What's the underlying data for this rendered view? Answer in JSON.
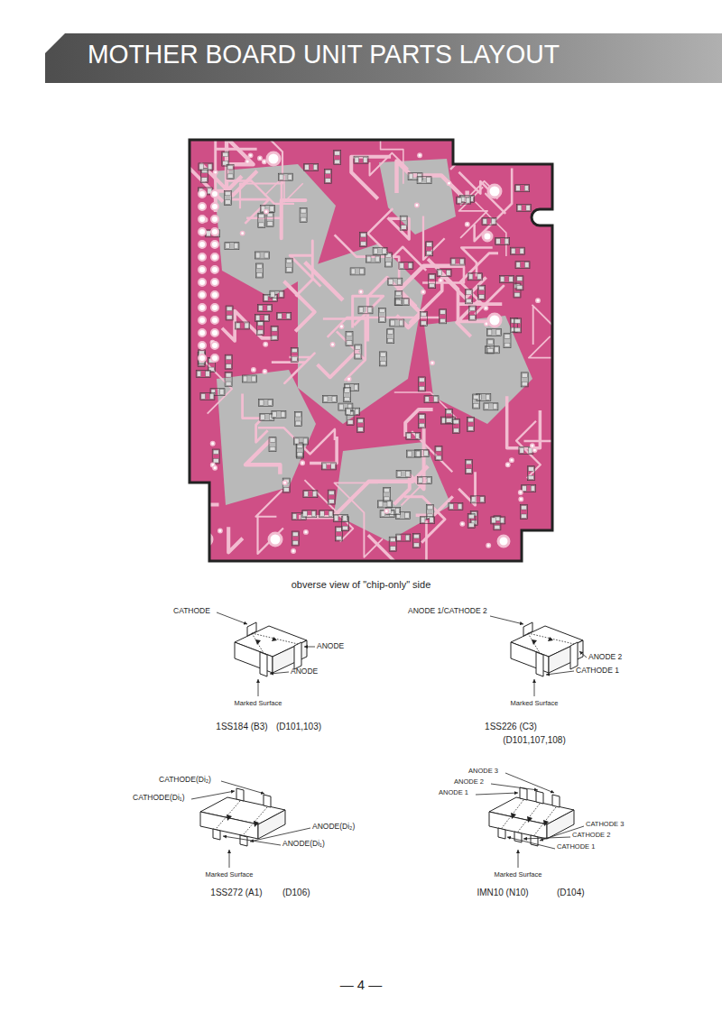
{
  "diagram": {
    "title": "MOTHER BOARD UNIT PARTS LAYOUT",
    "caption": "obverse view of \"chip-only\" side",
    "labels": [
      "CATHODE",
      "ANODE",
      "ANODE",
      "Marked Surface",
      "1SS184 (B3)",
      "(D101,103)",
      "ANODE 1/CATHODE 2",
      "ANODE 2",
      "CATHODE 1",
      "Marked Surface",
      "1SS226 (C3)",
      "(D101,107,108)",
      "CATHODE(Di₂)",
      "CATHODE(Di₁)",
      "ANODE(Di₂)",
      "ANODE(Di₁)",
      "Marked Surface",
      "1SS272 (A1)",
      "(D106)",
      "ANODE 3",
      "ANODE 2",
      "ANODE 1",
      "CATHODE 3",
      "CATHODE 2",
      "CATHODE 1",
      "Marked Surface",
      "IMN10 (N10)",
      "(D104)",
      "— 4 —"
    ]
  }
}
